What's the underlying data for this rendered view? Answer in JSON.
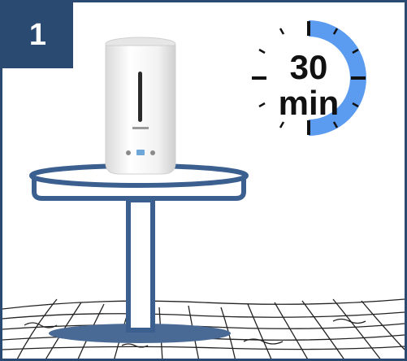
{
  "step": {
    "number": "1"
  },
  "timer": {
    "value": "30",
    "unit": "min",
    "progress_fraction": 0.5,
    "accent_color": "#5b9bf0"
  },
  "colors": {
    "frame": "#2b4a72",
    "table_outline": "#3b5f8f",
    "floor_lines": "#222222"
  }
}
